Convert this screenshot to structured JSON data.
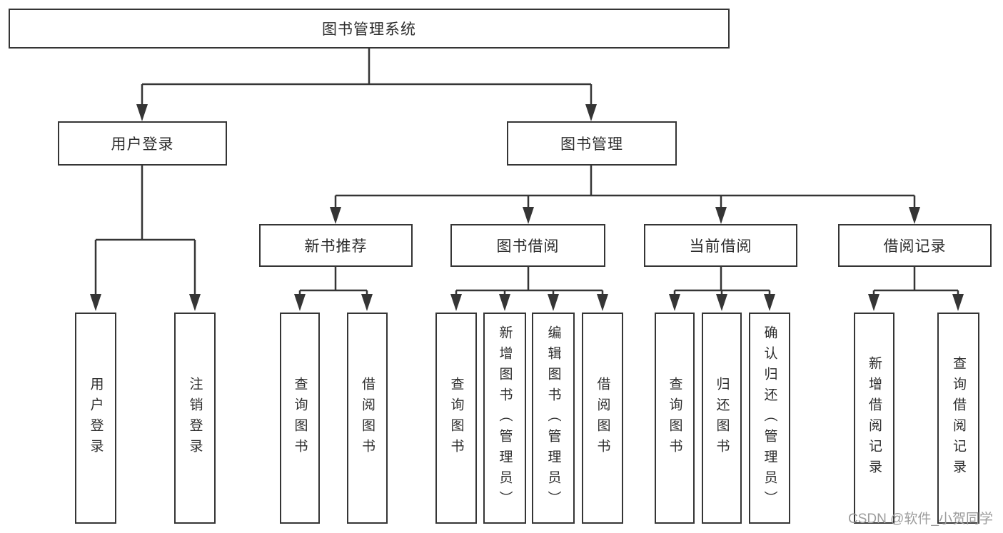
{
  "colors": {
    "line": "#353535",
    "box_border": "#353535",
    "box_background": "#ffffff",
    "text": "#2d2d2d",
    "watermark_text": "#9c9c9c",
    "page_background": "#ffffff"
  },
  "tree": {
    "root": {
      "label": "图书管理系统",
      "children": [
        {
          "label": "用户登录",
          "children": [
            {
              "label": "用户登录"
            },
            {
              "label": "注销登录"
            }
          ]
        },
        {
          "label": "图书管理",
          "children": [
            {
              "label": "新书推荐",
              "children": [
                {
                  "label": "查询图书"
                },
                {
                  "label": "借阅图书"
                }
              ]
            },
            {
              "label": "图书借阅",
              "children": [
                {
                  "label": "查询图书"
                },
                {
                  "label": "新增图书（管理员）"
                },
                {
                  "label": "编辑图书（管理员）"
                },
                {
                  "label": "借阅图书"
                }
              ]
            },
            {
              "label": "当前借阅",
              "children": [
                {
                  "label": "查询图书"
                },
                {
                  "label": "归还图书"
                },
                {
                  "label": "确认归还（管理员）"
                }
              ]
            },
            {
              "label": "借阅记录",
              "children": [
                {
                  "label": "新增借阅记录"
                },
                {
                  "label": "查询借阅记录"
                }
              ]
            }
          ]
        }
      ]
    }
  },
  "watermark": {
    "text": "CSDN @软件_小贺同学"
  }
}
